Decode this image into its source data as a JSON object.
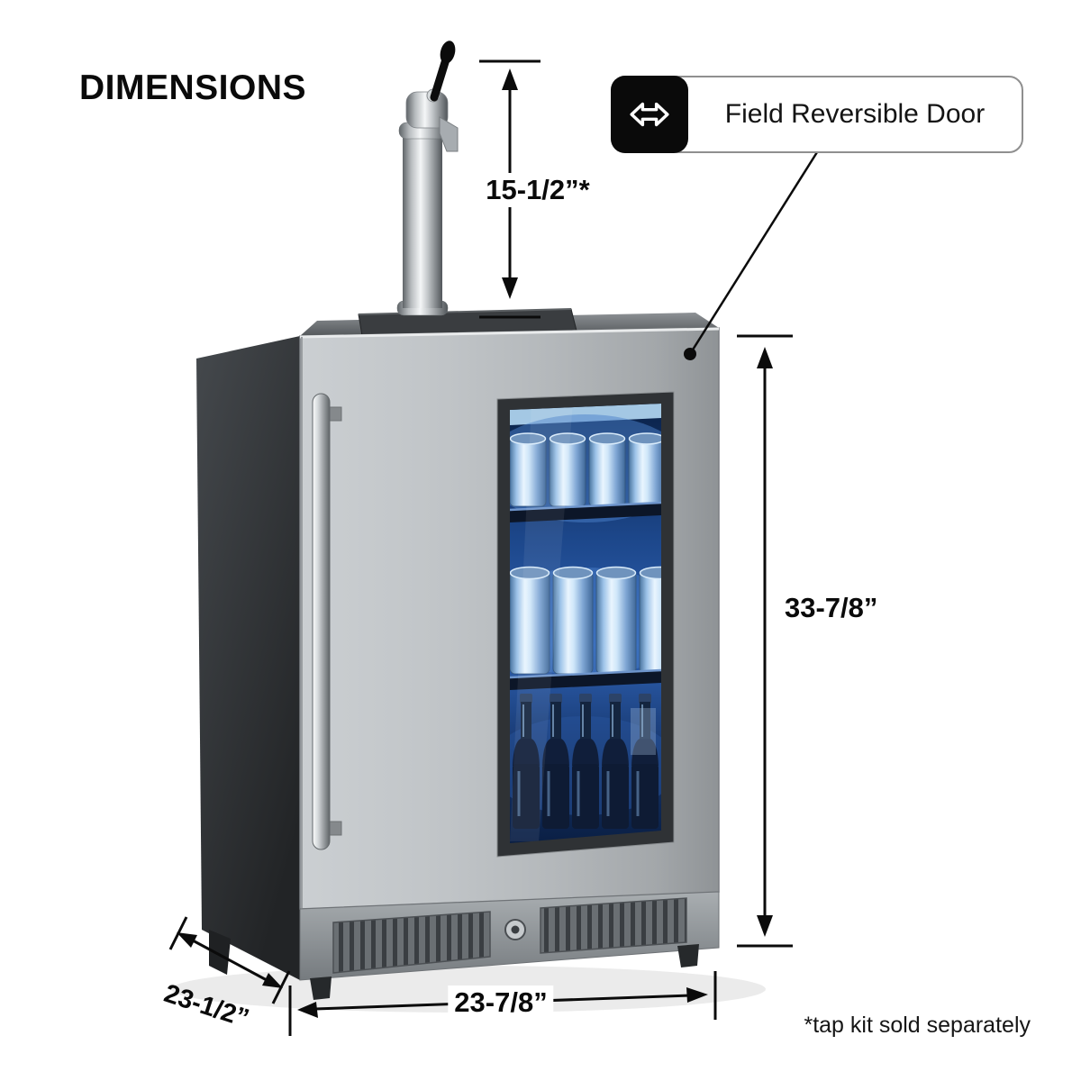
{
  "title": "DIMENSIONS",
  "callout": {
    "icon": "field-reversible-door-icon",
    "label": "Field Reversible Door"
  },
  "dimensions": {
    "tap_height": "15-1/2”*",
    "height": "33-7/8”",
    "width": "23-7/8”",
    "depth": "23-1/2”"
  },
  "footnote": "*tap kit sold separately",
  "illustration": {
    "subject": "undercounter-keg-beverage-cooler",
    "visible_parts": [
      "tap-tower",
      "tap-handle",
      "glass-door",
      "door-handle",
      "led-lit-interior-cans-and-bottles",
      "vent-grilles",
      "lock"
    ]
  },
  "colors": {
    "line": "#0b0b0b",
    "stainless": "#c3c7ca",
    "cabinet_side": "#2e3134",
    "interior_glow": "#2f62b8",
    "background": "#ffffff"
  }
}
